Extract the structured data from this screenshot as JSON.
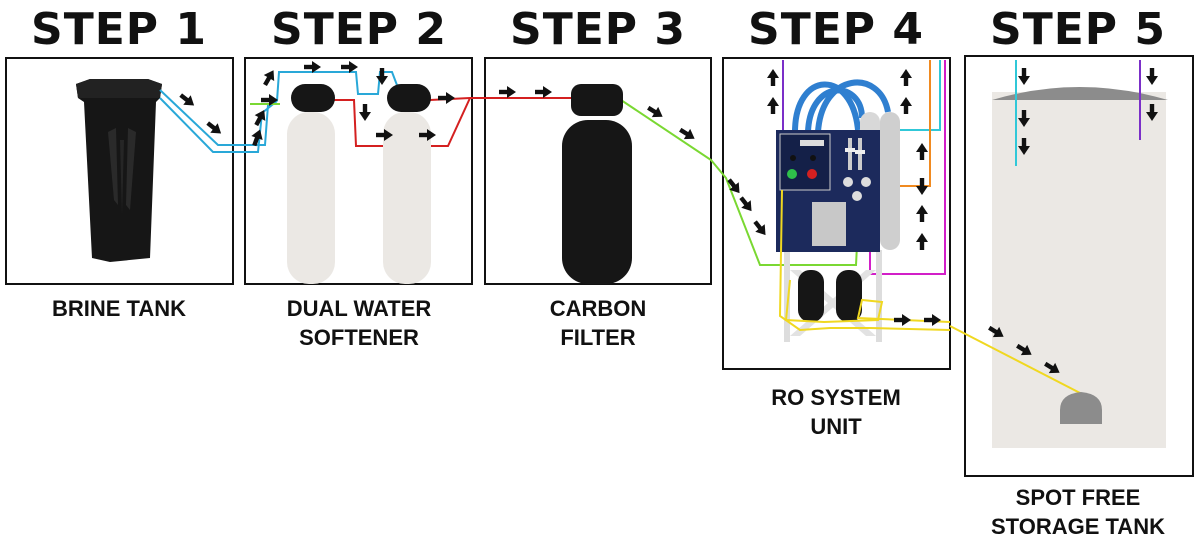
{
  "steps": [
    {
      "title": "STEP 1",
      "caption": [
        "BRINE TANK"
      ]
    },
    {
      "title": "STEP 2",
      "caption": [
        "DUAL WATER",
        "SOFTENER"
      ]
    },
    {
      "title": "STEP 3",
      "caption": [
        "CARBON",
        "FILTER"
      ]
    },
    {
      "title": "STEP 4",
      "caption": [
        "RO SYSTEM",
        "UNIT"
      ]
    },
    {
      "title": "STEP 5",
      "caption": [
        "SPOT FREE",
        "STORAGE TANK"
      ]
    }
  ],
  "colors": {
    "frame": "#111111",
    "brine_line": "#29a8d8",
    "hard_line": "#d42020",
    "carbon_line": "#7ad832",
    "ro_blue": "#2f7fd0",
    "ro_purple": "#7b2fc8",
    "ro_magenta": "#d21fc8",
    "ro_orange": "#f08a20",
    "ro_cyan": "#30c8d8",
    "spotfree_line": "#f0d820",
    "tank_body": "#ebe8e4",
    "ro_panel": "#1c2a5c"
  },
  "icons": [
    "brine-tank-icon",
    "softener-tanks-icon",
    "carbon-filter-icon",
    "ro-unit-icon",
    "storage-tank-icon",
    "flow-arrow-icon"
  ]
}
